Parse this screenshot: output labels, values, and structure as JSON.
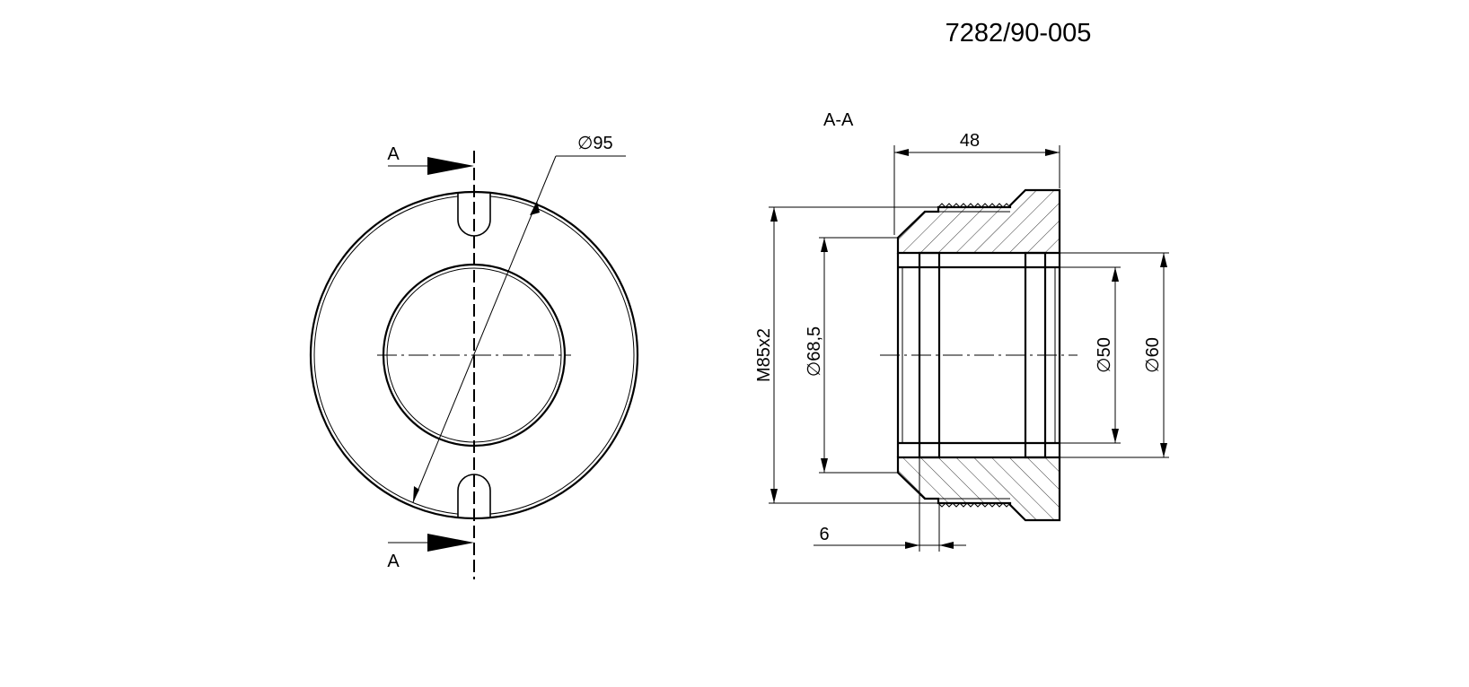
{
  "drawing_number": "7282/90-005",
  "front_view": {
    "section_marker_top": "A",
    "section_marker_bottom": "A",
    "outer_diameter_label": "∅95"
  },
  "section_view": {
    "title": "A-A",
    "length_label": "48",
    "thread_label": "M85x2",
    "diameter_1_label": "∅68,5",
    "diameter_2_label": "∅50",
    "diameter_3_label": "∅60",
    "thread_length_label": "6"
  },
  "colors": {
    "ink": "#000000",
    "paper": "#ffffff"
  }
}
